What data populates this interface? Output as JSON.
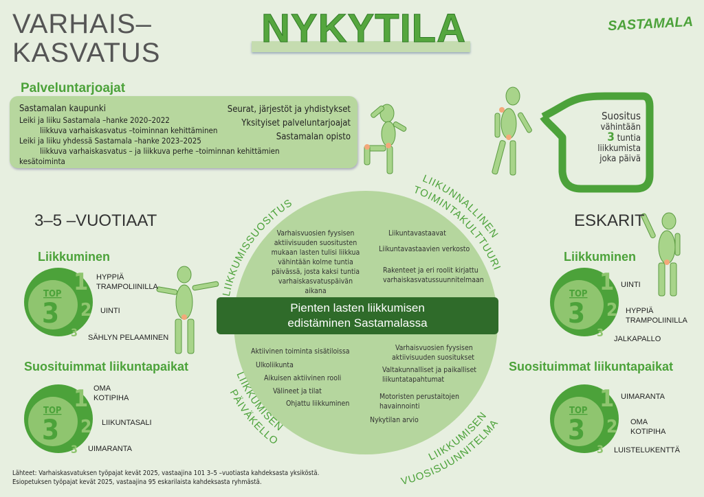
{
  "header": {
    "section_line1": "VARHAIS–",
    "section_line2": "KASVATUS",
    "title": "NYKYTILA",
    "logo": "SASTAMALA"
  },
  "providers": {
    "heading": "Palveluntarjoajat",
    "left": [
      "Sastamalan kaupunki",
      "Leiki ja liiku Sastamala –hanke 2020–2022",
      "liikkuva varhaiskasvatus –toiminnan kehittäminen",
      "Leiki ja liiku yhdessä Sastamala –hanke 2023–2025",
      "liikkuva varhaiskasvatus – ja liikkuva perhe –toiminnan kehittämien",
      "kesätoiminta"
    ],
    "right": [
      "Seurat, järjestöt ja yhdistykset",
      "Yksityiset palveluntarjoajat",
      "Sastamalan opisto"
    ]
  },
  "recommendation": {
    "line1": "Suositus",
    "line2": "vähintään",
    "number": "3",
    "line3": "tuntia",
    "line4": "liikkumista",
    "line5": "joka päivä"
  },
  "circle": {
    "arc_top_left": "LIIKKUMISSUOSITUS",
    "arc_top_right_1": "LIIKUNNALLINEN",
    "arc_top_right_2": "TOIMINTAKULTTUURI",
    "arc_bottom_left_1": "LIIKKUMISEN",
    "arc_bottom_left_2": "PÄIVÄKELLO",
    "arc_bottom_right_1": "LIIKKUMISEN",
    "arc_bottom_right_2": "VUOSISUUNNITELMA",
    "top_left_text": [
      "Varhaisvuosien fyysisen",
      "aktiivisuuden suositusten",
      "mukaan lasten tulisi liikkua",
      "vähintään kolme tuntia",
      "päivässä, josta kaksi tuntia",
      "varhaiskasvatuspäivän aikana"
    ],
    "top_right_items": [
      "Liikuntavastaavat",
      "Liikuntavastaavien verkosto",
      "Rakenteet ja eri roolit kirjattu",
      "varhaiskasvatussuunnitelmaan"
    ],
    "center_1": "Pienten lasten liikkumisen",
    "center_2": "edistäminen Sastamalassa",
    "bottom_left_items": [
      "Aktiivinen toiminta sisätiloissa",
      "Ulkoliikunta",
      "Aikuisen aktiivinen rooli",
      "Välineet ja tilat",
      "Ohjattu liikkuminen"
    ],
    "bottom_right_items": [
      "Varhaisvuosien fyysisen",
      "aktiivisuuden suositukset",
      "Valtakunnalliset ja paikalliset",
      "liikuntatapahtumat",
      "Motoristen perustaitojen",
      "havainnointi",
      "Nykytilan arvio"
    ]
  },
  "top3_badge": {
    "top": "TOP",
    "three": "3",
    "n1": "1",
    "n2": "2",
    "n3": "3"
  },
  "left": {
    "age": "3–5 –VUOTIAAT",
    "movement_heading": "Liikkuminen",
    "movement": [
      "HYPPIÄ",
      "TRAMPOLIINILLA",
      "UINTI",
      "SÄHLYN PELAAMINEN"
    ],
    "places_heading": "Suosituimmat liikuntapaikat",
    "places": [
      "OMA",
      "KOTIPIHA",
      "LIIKUNTASALI",
      "UIMARANTA"
    ]
  },
  "right": {
    "age": "ESKARIT",
    "movement_heading": "Liikkuminen",
    "movement": [
      "UINTI",
      "HYPPIÄ",
      "TRAMPOLIINILLA",
      "JALKAPALLO"
    ],
    "places_heading": "Suosituimmat liikuntapaikat",
    "places": [
      "UIMARANTA",
      "OMA",
      "KOTIPIHA",
      "LUISTELUKENTTÄ"
    ]
  },
  "footer": {
    "line1": "Lähteet: Varhaiskasvatuksen työpajat kevät 2025, vastaajina 101 3–5 –vuotiasta kahdeksasta yksiköstä.",
    "line2": "Esiopetuksen työpajat kevät 2025, vastaajina 95 eskarilaista kahdeksasta ryhmästä."
  },
  "colors": {
    "bg": "#e7efe0",
    "green": "#4ca23a",
    "dark_green": "#2f6b2a",
    "light_green": "#b7d79e"
  }
}
